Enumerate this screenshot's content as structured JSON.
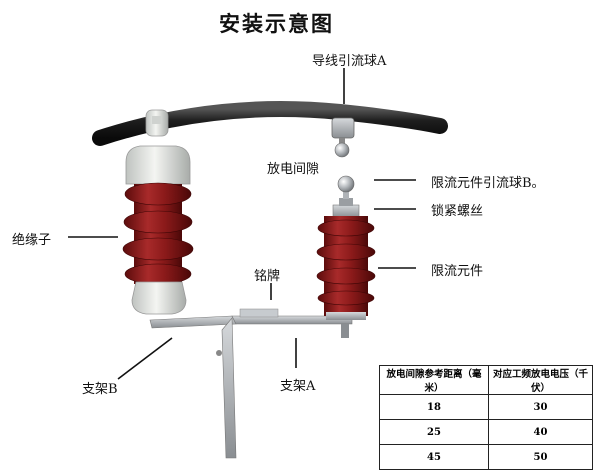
{
  "title": "安装示意图",
  "labels": {
    "lead_ball_a": "导线引流球A",
    "discharge_gap": "放电间隙",
    "current_limit_ball_b": "限流元件引流球B。",
    "lock_screw": "锁紧螺丝",
    "insulator": "绝缘子",
    "current_limiter": "限流元件",
    "nameplate": "铭牌",
    "bracket_b": "支架B",
    "bracket_a": "支架A"
  },
  "table": {
    "headers": [
      "放电间隙参考距离（毫米）",
      "对应工频放电电压（千伏）"
    ],
    "rows": [
      [
        "18",
        "30"
      ],
      [
        "25",
        "40"
      ],
      [
        "45",
        "50"
      ]
    ]
  },
  "colors": {
    "porcelain": "#8b1a1a",
    "conductor": "#2a2a2a",
    "metal": "#a9adb2"
  }
}
